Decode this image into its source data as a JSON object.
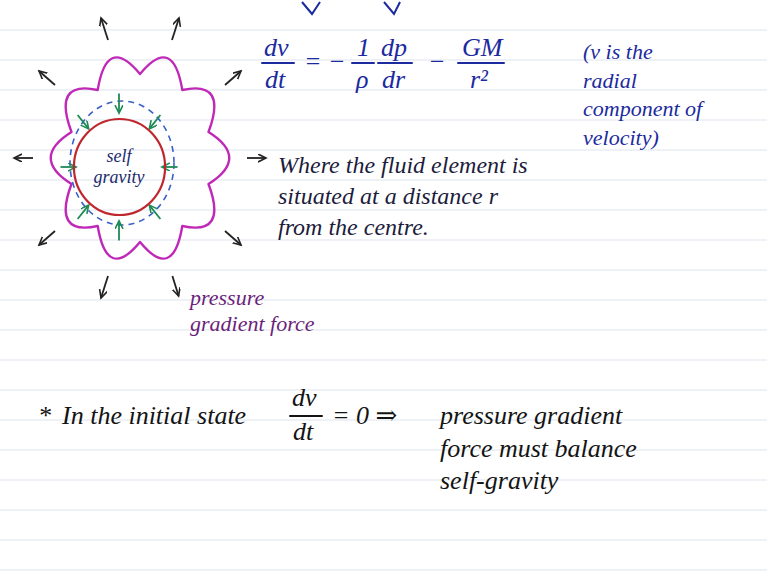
{
  "diagram": {
    "nodes": [
      {
        "text": [
          "self gravity"
        ]
      }
    ],
    "labels": [
      "dv",
      "dt",
      "=",
      "−",
      "1",
      "ρ",
      "dp",
      "dr",
      "−",
      "GM",
      "r²",
      "(v is the radial component of velocity)",
      "Where the fluid element is situated at a distance r from the centre.",
      "pressure gradient force",
      "*",
      "In the initial state",
      "dv",
      "dt",
      "= 0 ⇒",
      "pressure gradient force must balance self-gravity"
    ]
  }
}
